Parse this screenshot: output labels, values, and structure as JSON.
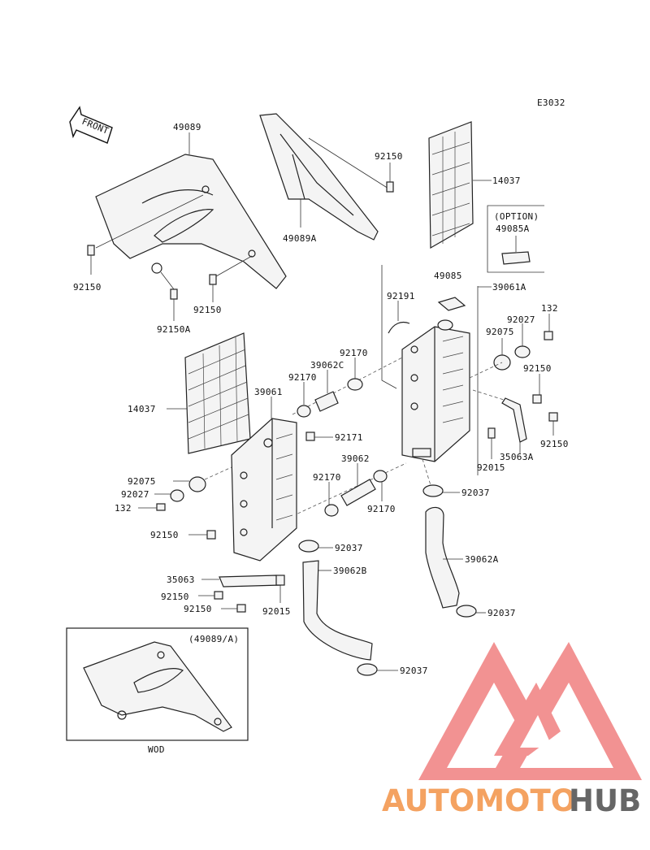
{
  "diagram_code": "E3032",
  "front_label": "FRONT",
  "option_box": {
    "title": "(OPTION)",
    "part": "49085A"
  },
  "inset": {
    "title": "(49089/A)",
    "caption": "WOD"
  },
  "part_labels": {
    "p49089": "49089",
    "p49089A": "49089A",
    "p92150_shroud": "92150",
    "p92150_left": "92150",
    "p92150A": "92150A",
    "p92150_lower": "92150",
    "p14037_right": "14037",
    "p14037_left": "14037",
    "p49085": "49085",
    "p39061A": "39061A",
    "p92191": "92191",
    "p132_right": "132",
    "p92027_right": "92027",
    "p92075_right": "92075",
    "p92150_right1": "92150",
    "p92150_right2": "92150",
    "p35063A": "35063A",
    "p92015_right": "92015",
    "p92037_right": "92037",
    "p39062A": "39062A",
    "p92037_rightlow": "92037",
    "p92170_top": "92170",
    "p39062C": "39062C",
    "p92170_left": "92170",
    "p39061": "39061",
    "p92171": "92171",
    "p39062": "39062",
    "p92170_mid": "92170",
    "p92170_midr": "92170",
    "p92075_left": "92075",
    "p92027_left": "92027",
    "p132_left": "132",
    "p92150_leftlow": "92150",
    "p92037_mid": "92037",
    "p35063": "35063",
    "p39062B": "39062B",
    "p92150_bl1": "92150",
    "p92150_bl2": "92150",
    "p92015_left": "92015",
    "p92037_bottom": "92037"
  },
  "watermark": {
    "text_accent": "AUTOMOTO",
    "text_dark": "HUB",
    "accent_color": "#f4a261",
    "dark_color": "#666666",
    "logo_color": "#f08080"
  }
}
